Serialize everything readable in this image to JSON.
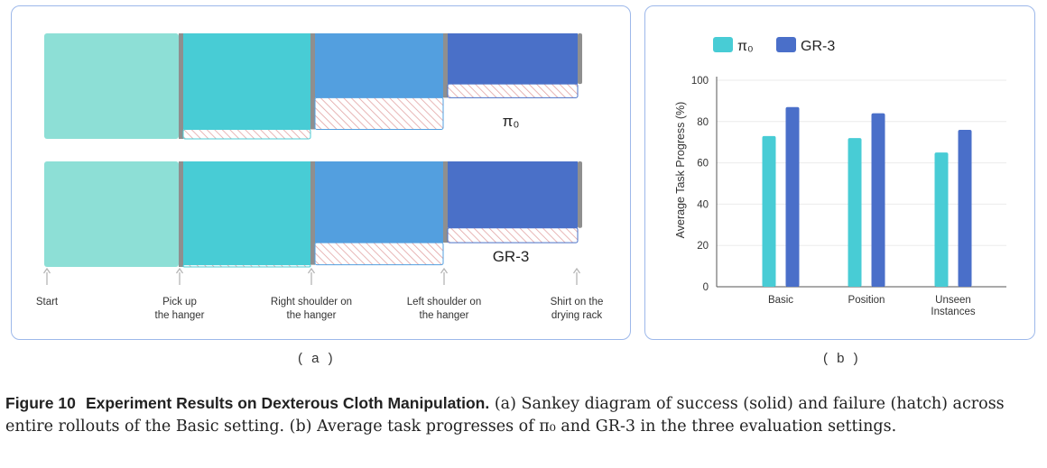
{
  "colors": {
    "stage1": "#8ddfd6",
    "stage2": "#48ccd5",
    "stage3": "#539fdf",
    "stage4": "#4a70c8",
    "divider": "#8f8f8f",
    "hatch": "#e2a4a4",
    "pi0": "#48ccd5",
    "gr3": "#4a6fc9",
    "panel_border": "#9db8ea"
  },
  "sankey": {
    "steps": [
      [
        "Start"
      ],
      [
        "Pick up",
        "the hanger"
      ],
      [
        "Right shoulder on",
        "the hanger"
      ],
      [
        "Left shoulder on",
        "the hanger"
      ],
      [
        "Shirt on the",
        "drying rack"
      ]
    ],
    "rows": [
      {
        "label": "π₀",
        "success": [
          1.0,
          0.91,
          0.61,
          0.48
        ],
        "failure": [
          0.0,
          0.09,
          0.3,
          0.13
        ]
      },
      {
        "label": "GR-3",
        "success": [
          1.0,
          0.98,
          0.77,
          0.63
        ],
        "failure": [
          0.0,
          0.02,
          0.21,
          0.14
        ]
      }
    ]
  },
  "chart_data": {
    "type": "bar",
    "categories": [
      [
        "Basic"
      ],
      [
        "Position"
      ],
      [
        "Unseen",
        "Instances"
      ]
    ],
    "series": [
      {
        "name": "π₀",
        "values": [
          73,
          72,
          65
        ]
      },
      {
        "name": "GR-3",
        "values": [
          87,
          84,
          76
        ]
      }
    ],
    "xlabel": "",
    "ylabel": "Average Task Progress (%)",
    "ylim": [
      0,
      100
    ],
    "yticks": [
      0,
      20,
      40,
      60,
      80,
      100
    ],
    "grid": true,
    "legend": "top-left"
  },
  "panel_labels": {
    "a": "( a )",
    "b": "( b )"
  },
  "caption": {
    "figure_number": "Figure 10",
    "title": "Experiment Results on Dexterous Cloth Manipulation.",
    "text": "(a) Sankey diagram of success (solid) and failure (hatch) across entire rollouts of the Basic setting. (b) Average task progresses of π₀ and GR-3 in the three evaluation settings."
  }
}
